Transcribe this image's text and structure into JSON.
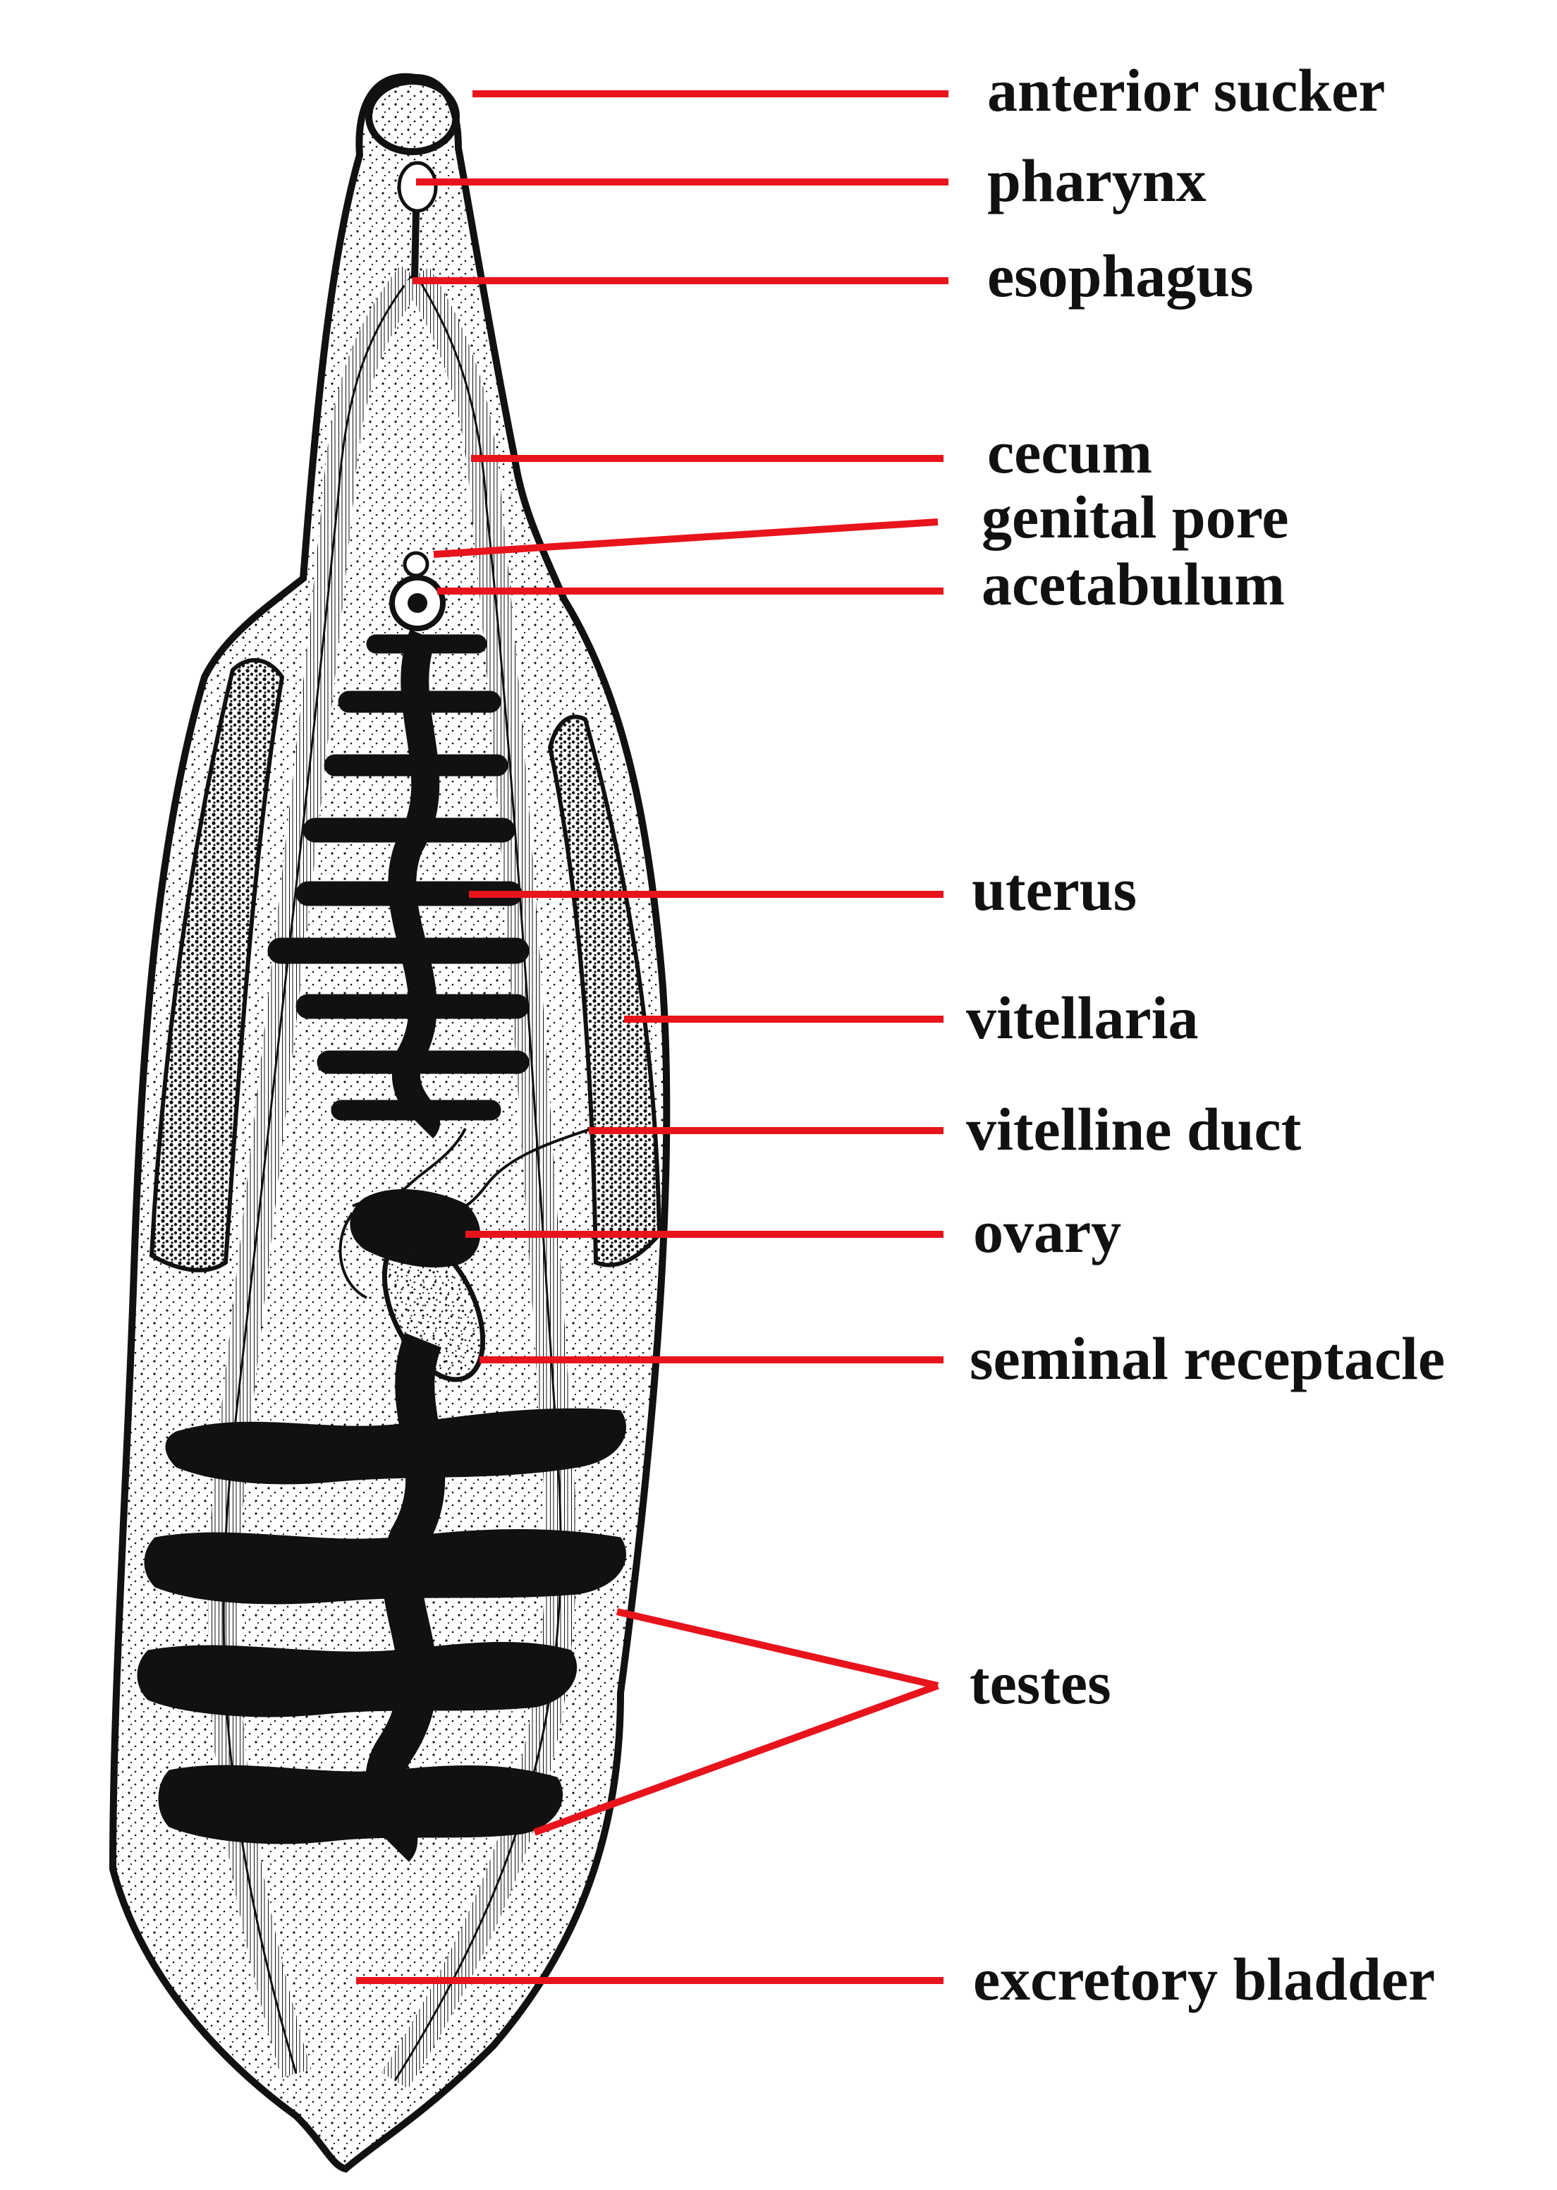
{
  "colors": {
    "leader_line": "#e8141c",
    "ink": "#111111",
    "background": "#ffffff"
  },
  "labels": {
    "anterior_sucker": "anterior sucker",
    "pharynx": "pharynx",
    "esophagus": "esophagus",
    "cecum": "cecum",
    "genital_pore": "genital pore",
    "acetabulum": "acetabulum",
    "uterus": "uterus",
    "vitellaria": "vitellaria",
    "vitelline_duct": "vitelline duct",
    "ovary": "ovary",
    "seminal_receptacle": "seminal receptacle",
    "testes": "testes",
    "excretory_bladder": "excretory bladder"
  }
}
